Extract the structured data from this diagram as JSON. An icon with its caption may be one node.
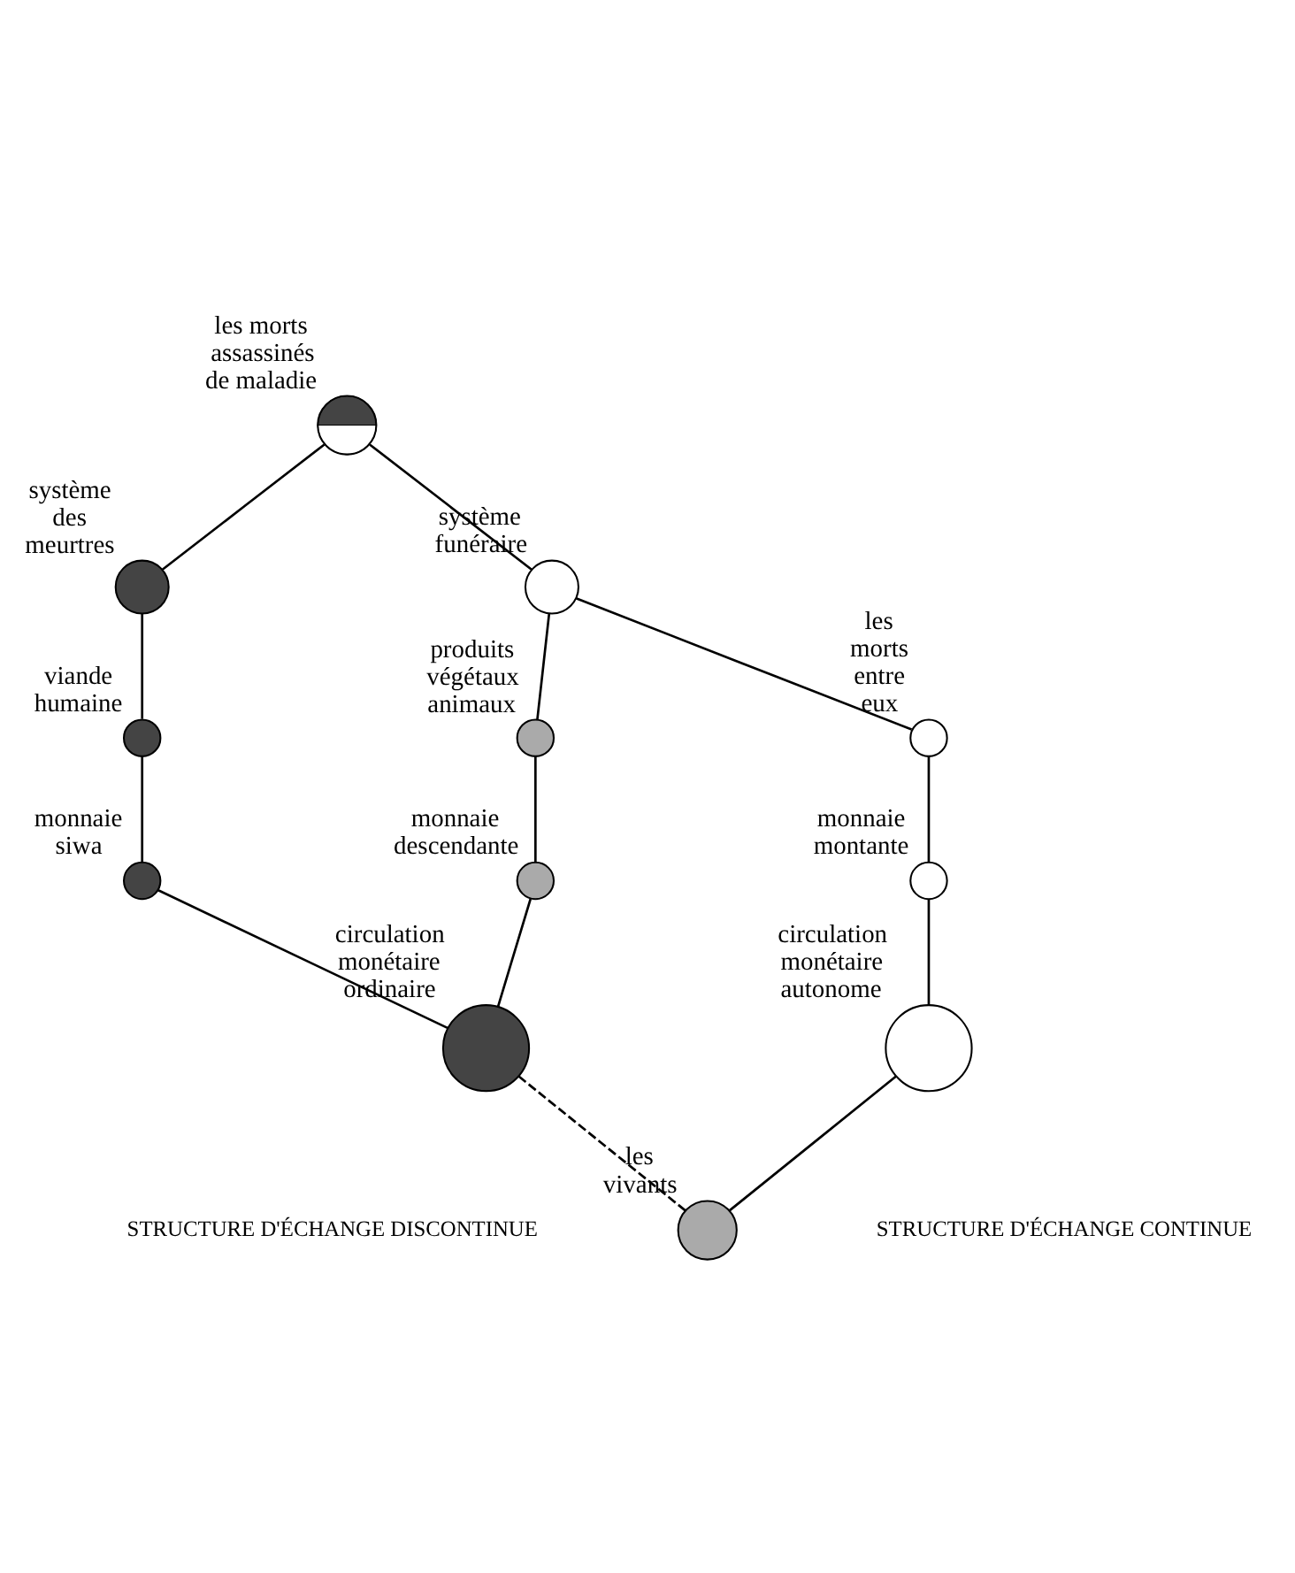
{
  "diagram": {
    "nodes": [
      {
        "text": [],
        "shape": "circle",
        "beside": [
          "les morts",
          "assassinés",
          "de maladie"
        ]
      },
      {
        "text": [],
        "shape": "circle",
        "beside": [
          "système des meurtres"
        ]
      },
      {
        "text": [],
        "shape": "circle",
        "beside": [
          "système funéraire"
        ]
      },
      {
        "text": [],
        "shape": "circle",
        "beside": [
          "viande humaine"
        ]
      },
      {
        "text": [],
        "shape": "circle",
        "beside": [
          "produits végétaux animaux"
        ]
      },
      {
        "text": [],
        "shape": "circle",
        "beside": [
          "les morts entre eux"
        ]
      },
      {
        "text": [],
        "shape": "circle",
        "beside": [
          "monnaie siwa"
        ]
      },
      {
        "text": [],
        "shape": "circle",
        "beside": [
          "monnaie descendante"
        ]
      },
      {
        "text": [],
        "shape": "circle",
        "beside": [
          "monnaie montante"
        ]
      },
      {
        "text": [],
        "shape": "circle",
        "beside": [
          "circulation monétaire ordinaire"
        ]
      },
      {
        "text": [],
        "shape": "circle",
        "beside": [
          "circulation monétaire autonome"
        ]
      },
      {
        "text": [],
        "shape": "circle",
        "beside": [
          "les vivants"
        ]
      }
    ],
    "edges": [
      {
        "from": 0,
        "to": 1,
        "arrow": "none"
      },
      {
        "from": 0,
        "to": 2,
        "arrow": "none"
      },
      {
        "from": 1,
        "to": 3,
        "arrow": "none"
      },
      {
        "from": 3,
        "to": 6,
        "arrow": "none"
      },
      {
        "from": 6,
        "to": 9,
        "arrow": "none"
      },
      {
        "from": 2,
        "to": 4,
        "arrow": "none"
      },
      {
        "from": 4,
        "to": 7,
        "arrow": "none"
      },
      {
        "from": 7,
        "to": 9,
        "arrow": "none"
      },
      {
        "from": 2,
        "to": 5,
        "arrow": "none"
      },
      {
        "from": 5,
        "to": 8,
        "arrow": "none"
      },
      {
        "from": 8,
        "to": 10,
        "arrow": "none"
      },
      {
        "from": 9,
        "to": 11,
        "arrow": "none",
        "style": "dashed"
      },
      {
        "from": 11,
        "to": 10,
        "arrow": "none"
      }
    ],
    "labels": [
      "STRUCTURE D'ÉCHANGE DISCONTINUE",
      "STRUCTURE D'ÉCHANGE CONTINUE"
    ]
  }
}
